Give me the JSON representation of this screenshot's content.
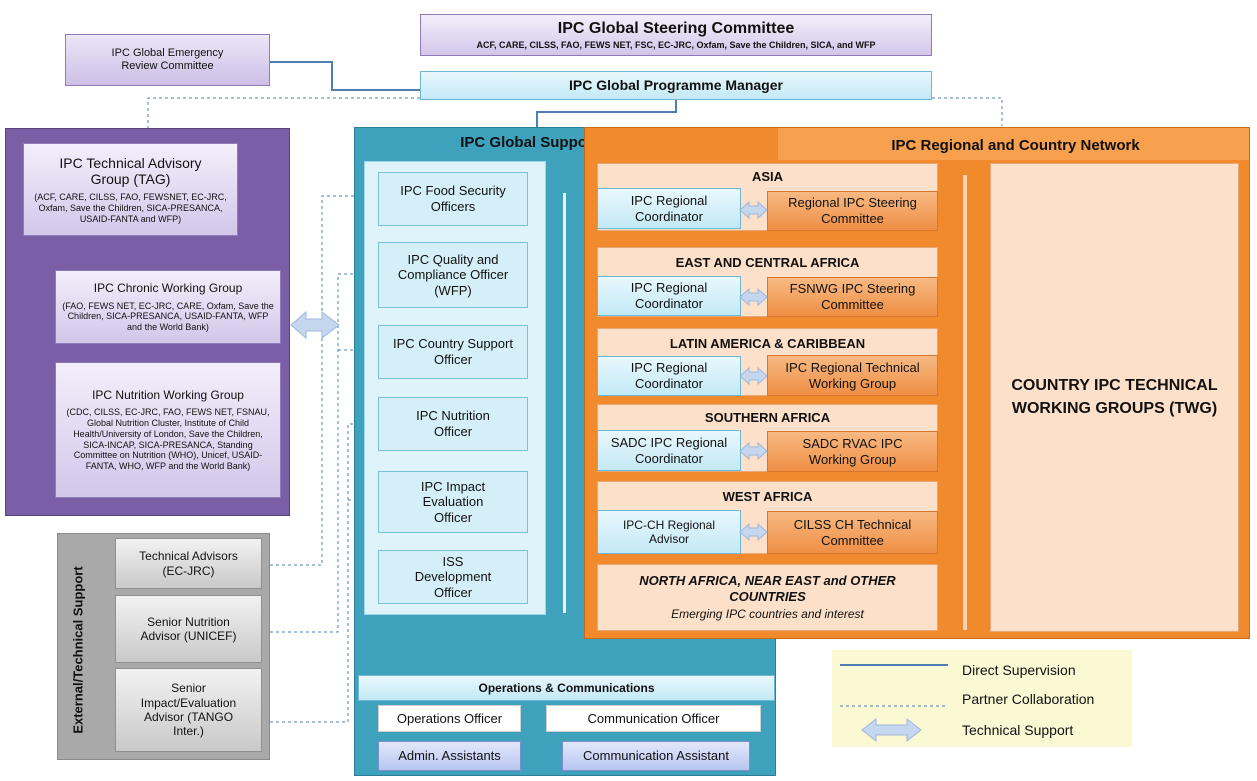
{
  "steering": {
    "title": "IPC Global Steering Committee",
    "members": "ACF, CARE, CILSS, FAO, FEWS NET, FSC, EC-JRC, Oxfam, Save the Children, SICA, and WFP"
  },
  "emergency_review": "IPC Global Emergency Review Committee",
  "programme_manager": "IPC Global Programme Manager",
  "tag": {
    "title": "IPC Technical Advisory Group (TAG)",
    "members": "(ACF, CARE, CILSS, FAO, FEWSNET, EC-JRC, Oxfam, Save the Children, SICA-PRESANCA, USAID-FANTA and WFP)",
    "chronic": {
      "title": "IPC Chronic Working Group",
      "members": "(FAO, FEWS NET, EC-JRC, CARE, Oxfam, Save the Children, SICA-PRESANCA, USAID-FANTA, WFP and  the World Bank)"
    },
    "nutrition": {
      "title": "IPC Nutrition Working Group",
      "members": "(CDC, CILSS, EC-JRC, FAO, FEWS NET, FSNAU, Global Nutrition Cluster, Institute of Child Health/University of London, Save the Children, SICA-INCAP,  SICA-PRESANCA, Standing Committee on Nutrition (WHO), Unicef, USAID- FANTA, WHO, WFP and the World Bank)"
    }
  },
  "external": {
    "label": "External/Technical Support",
    "items": [
      "Technical Advisors (EC-JRC)",
      "Senior Nutrition Advisor (UNICEF)",
      "Senior Impact/Evaluation Advisor (TANGO Inter.)"
    ]
  },
  "gsu": {
    "title": "IPC Global Support Unit (GSU)",
    "officers": [
      "IPC Food Security Officers",
      "IPC Quality and Compliance Officer (WFP)",
      "IPC Country Support Officer",
      "IPC Nutrition Officer",
      "IPC Impact Evaluation Officer",
      "ISS Development Officer"
    ],
    "ops": {
      "title": "Operations & Communications",
      "operations_officer": "Operations Officer",
      "communication_officer": "Communication Officer",
      "admin": "Admin. Assistants",
      "comm_assistant": "Communication Assistant"
    }
  },
  "network": {
    "title": "IPC Regional and Country Network",
    "regions": [
      {
        "name": "ASIA",
        "left": "IPC Regional Coordinator",
        "right": "Regional IPC Steering Committee"
      },
      {
        "name": "EAST AND CENTRAL AFRICA",
        "left": "IPC Regional Coordinator",
        "right": "FSNWG IPC Steering Committee"
      },
      {
        "name": "LATIN AMERICA & CARIBBEAN",
        "left": "IPC Regional Coordinator",
        "right": "IPC Regional Technical Working Group"
      },
      {
        "name": "SOUTHERN AFRICA",
        "left": "SADC IPC Regional Coordinator",
        "right": "SADC RVAC IPC Working Group"
      },
      {
        "name": "WEST AFRICA",
        "left": "IPC-CH Regional Advisor",
        "right": "CILSS CH Technical Committee"
      }
    ],
    "other": {
      "title": "NORTH AFRICA, NEAR EAST  and OTHER COUNTRIES",
      "subtitle": "Emerging IPC countries and interest"
    },
    "country": "COUNTRY IPC TECHNICAL WORKING GROUPS (TWG)"
  },
  "legend": {
    "direct": "Direct Supervision",
    "partner": "Partner Collaboration",
    "technical": "Technical Support"
  },
  "colors": {
    "purple_panel": "#7a5ea6",
    "gsu_panel": "#3fa2bd",
    "network_panel": "#f08a2c",
    "supervision_line": "#4f7fb0",
    "arrow": "#c5d6ef",
    "legend_bg": "#fbf8d4"
  }
}
